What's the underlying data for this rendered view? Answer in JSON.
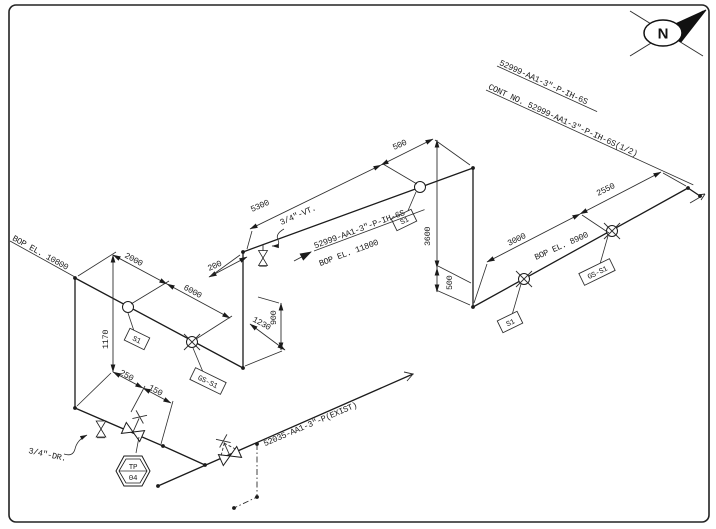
{
  "drawing": {
    "north_label": "N",
    "title_line": "52999-AA1-3\"-P-IH-6S",
    "cont_line": "CONT NO. 52999-AA1-3\"-P-IH-6S(1/2)",
    "pipe_label": "52999-AA1-3\"-P-IH-6S",
    "exist_label": "52035-AA1-3\"-P(EXIST)",
    "bop_left": "BOP EL. 10800",
    "bop_mid": "BOP EL. 11800",
    "bop_right": "BOP EL. 8900",
    "vent_label": "3/4\"-VT.",
    "drain_label": "3/4\"-DR.",
    "test_point": {
      "line1": "TP",
      "line2": "04"
    },
    "supports": {
      "s1": "S1",
      "gs_s1": "GS-S1"
    },
    "dims": {
      "left_run": [
        "2000",
        "6000"
      ],
      "left_riser": "1170",
      "left_bottom": [
        "250",
        "150"
      ],
      "top_run": [
        "5300",
        "500"
      ],
      "vent_offset": "200",
      "mid_riser": [
        "3600",
        "500"
      ],
      "mid_offset": [
        "1230",
        "900"
      ],
      "right_run": [
        "3000",
        "2550"
      ]
    }
  }
}
